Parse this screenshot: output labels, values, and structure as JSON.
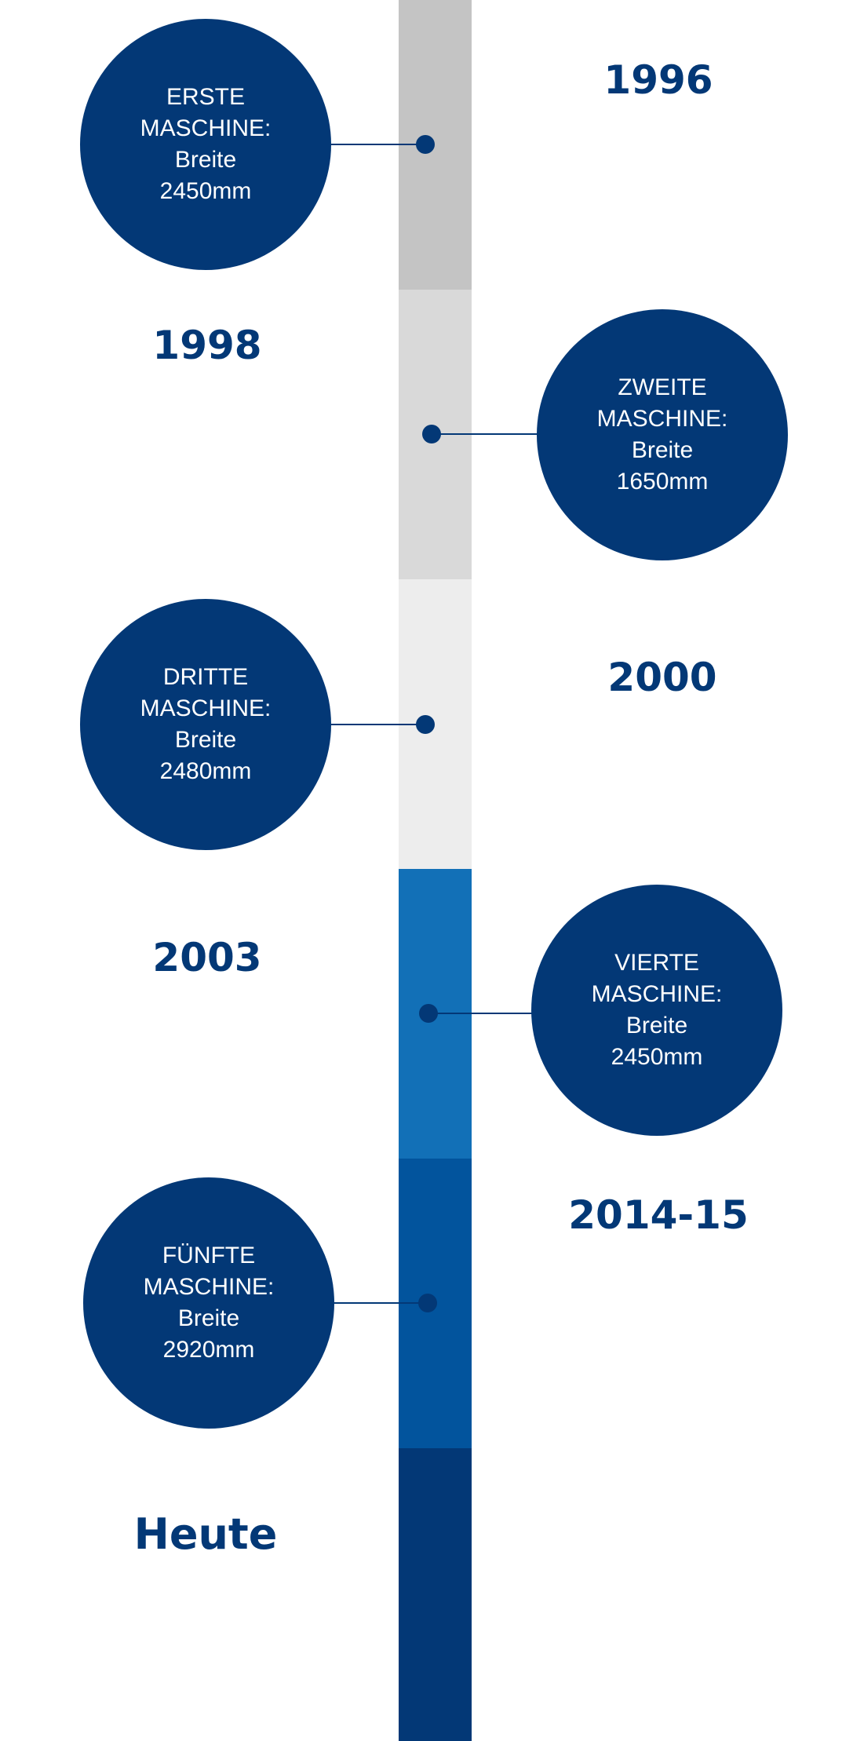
{
  "colors": {
    "circle": "#033876",
    "year_text": "#033876",
    "segments": [
      "#c4c4c4",
      "#d9d9d9",
      "#ededed",
      "#1270b7",
      "#02549d",
      "#033876"
    ]
  },
  "timeline": {
    "milestones": [
      {
        "year": "1996",
        "line1": "ERSTE",
        "line2": "MASCHINE:",
        "line3": "Breite",
        "line4": "2450mm"
      },
      {
        "year": "1998",
        "line1": "ZWEITE",
        "line2": "MASCHINE:",
        "line3": "Breite",
        "line4": "1650mm"
      },
      {
        "year": "2000",
        "line1": "DRITTE",
        "line2": "MASCHINE:",
        "line3": "Breite",
        "line4": "2480mm"
      },
      {
        "year": "2003",
        "line1": "VIERTE",
        "line2": "MASCHINE:",
        "line3": "Breite",
        "line4": "2450mm"
      },
      {
        "year": "2014-15",
        "line1": "FÜNFTE",
        "line2": "MASCHINE:",
        "line3": "Breite",
        "line4": "2920mm"
      }
    ],
    "final_label": "Heute"
  }
}
